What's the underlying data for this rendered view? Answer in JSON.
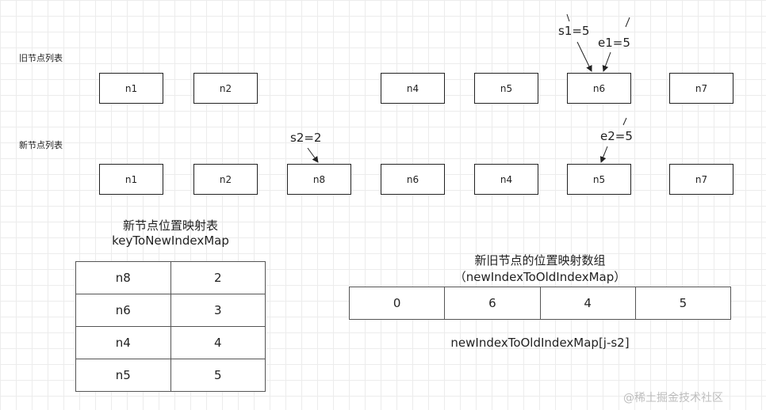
{
  "old_list": {
    "label": "旧节点列表",
    "nodes": [
      "n1",
      "n2",
      "n4",
      "n5",
      "n6",
      "n7"
    ]
  },
  "new_list": {
    "label": "新节点列表",
    "nodes": [
      "n1",
      "n2",
      "n8",
      "n6",
      "n4",
      "n5",
      "n7"
    ]
  },
  "annotations": {
    "s1": "s1=5",
    "e1": "e1=5",
    "s2": "s2=2",
    "e2": "e2=5"
  },
  "key_map": {
    "title_line1": "新节点位置映射表",
    "title_line2": "keyToNewIndexMap",
    "rows": [
      {
        "key": "n8",
        "value": "2"
      },
      {
        "key": "n6",
        "value": "3"
      },
      {
        "key": "n4",
        "value": "4"
      },
      {
        "key": "n5",
        "value": "5"
      }
    ]
  },
  "index_array": {
    "title_line1": "新旧节点的位置映射数组",
    "title_line2": "（newIndexToOldIndexMap）",
    "values": [
      "0",
      "6",
      "4",
      "5"
    ],
    "subscript_caption": "newIndexToOldIndexMap[j-s2]"
  },
  "watermark": "@稀土掘金技术社区"
}
